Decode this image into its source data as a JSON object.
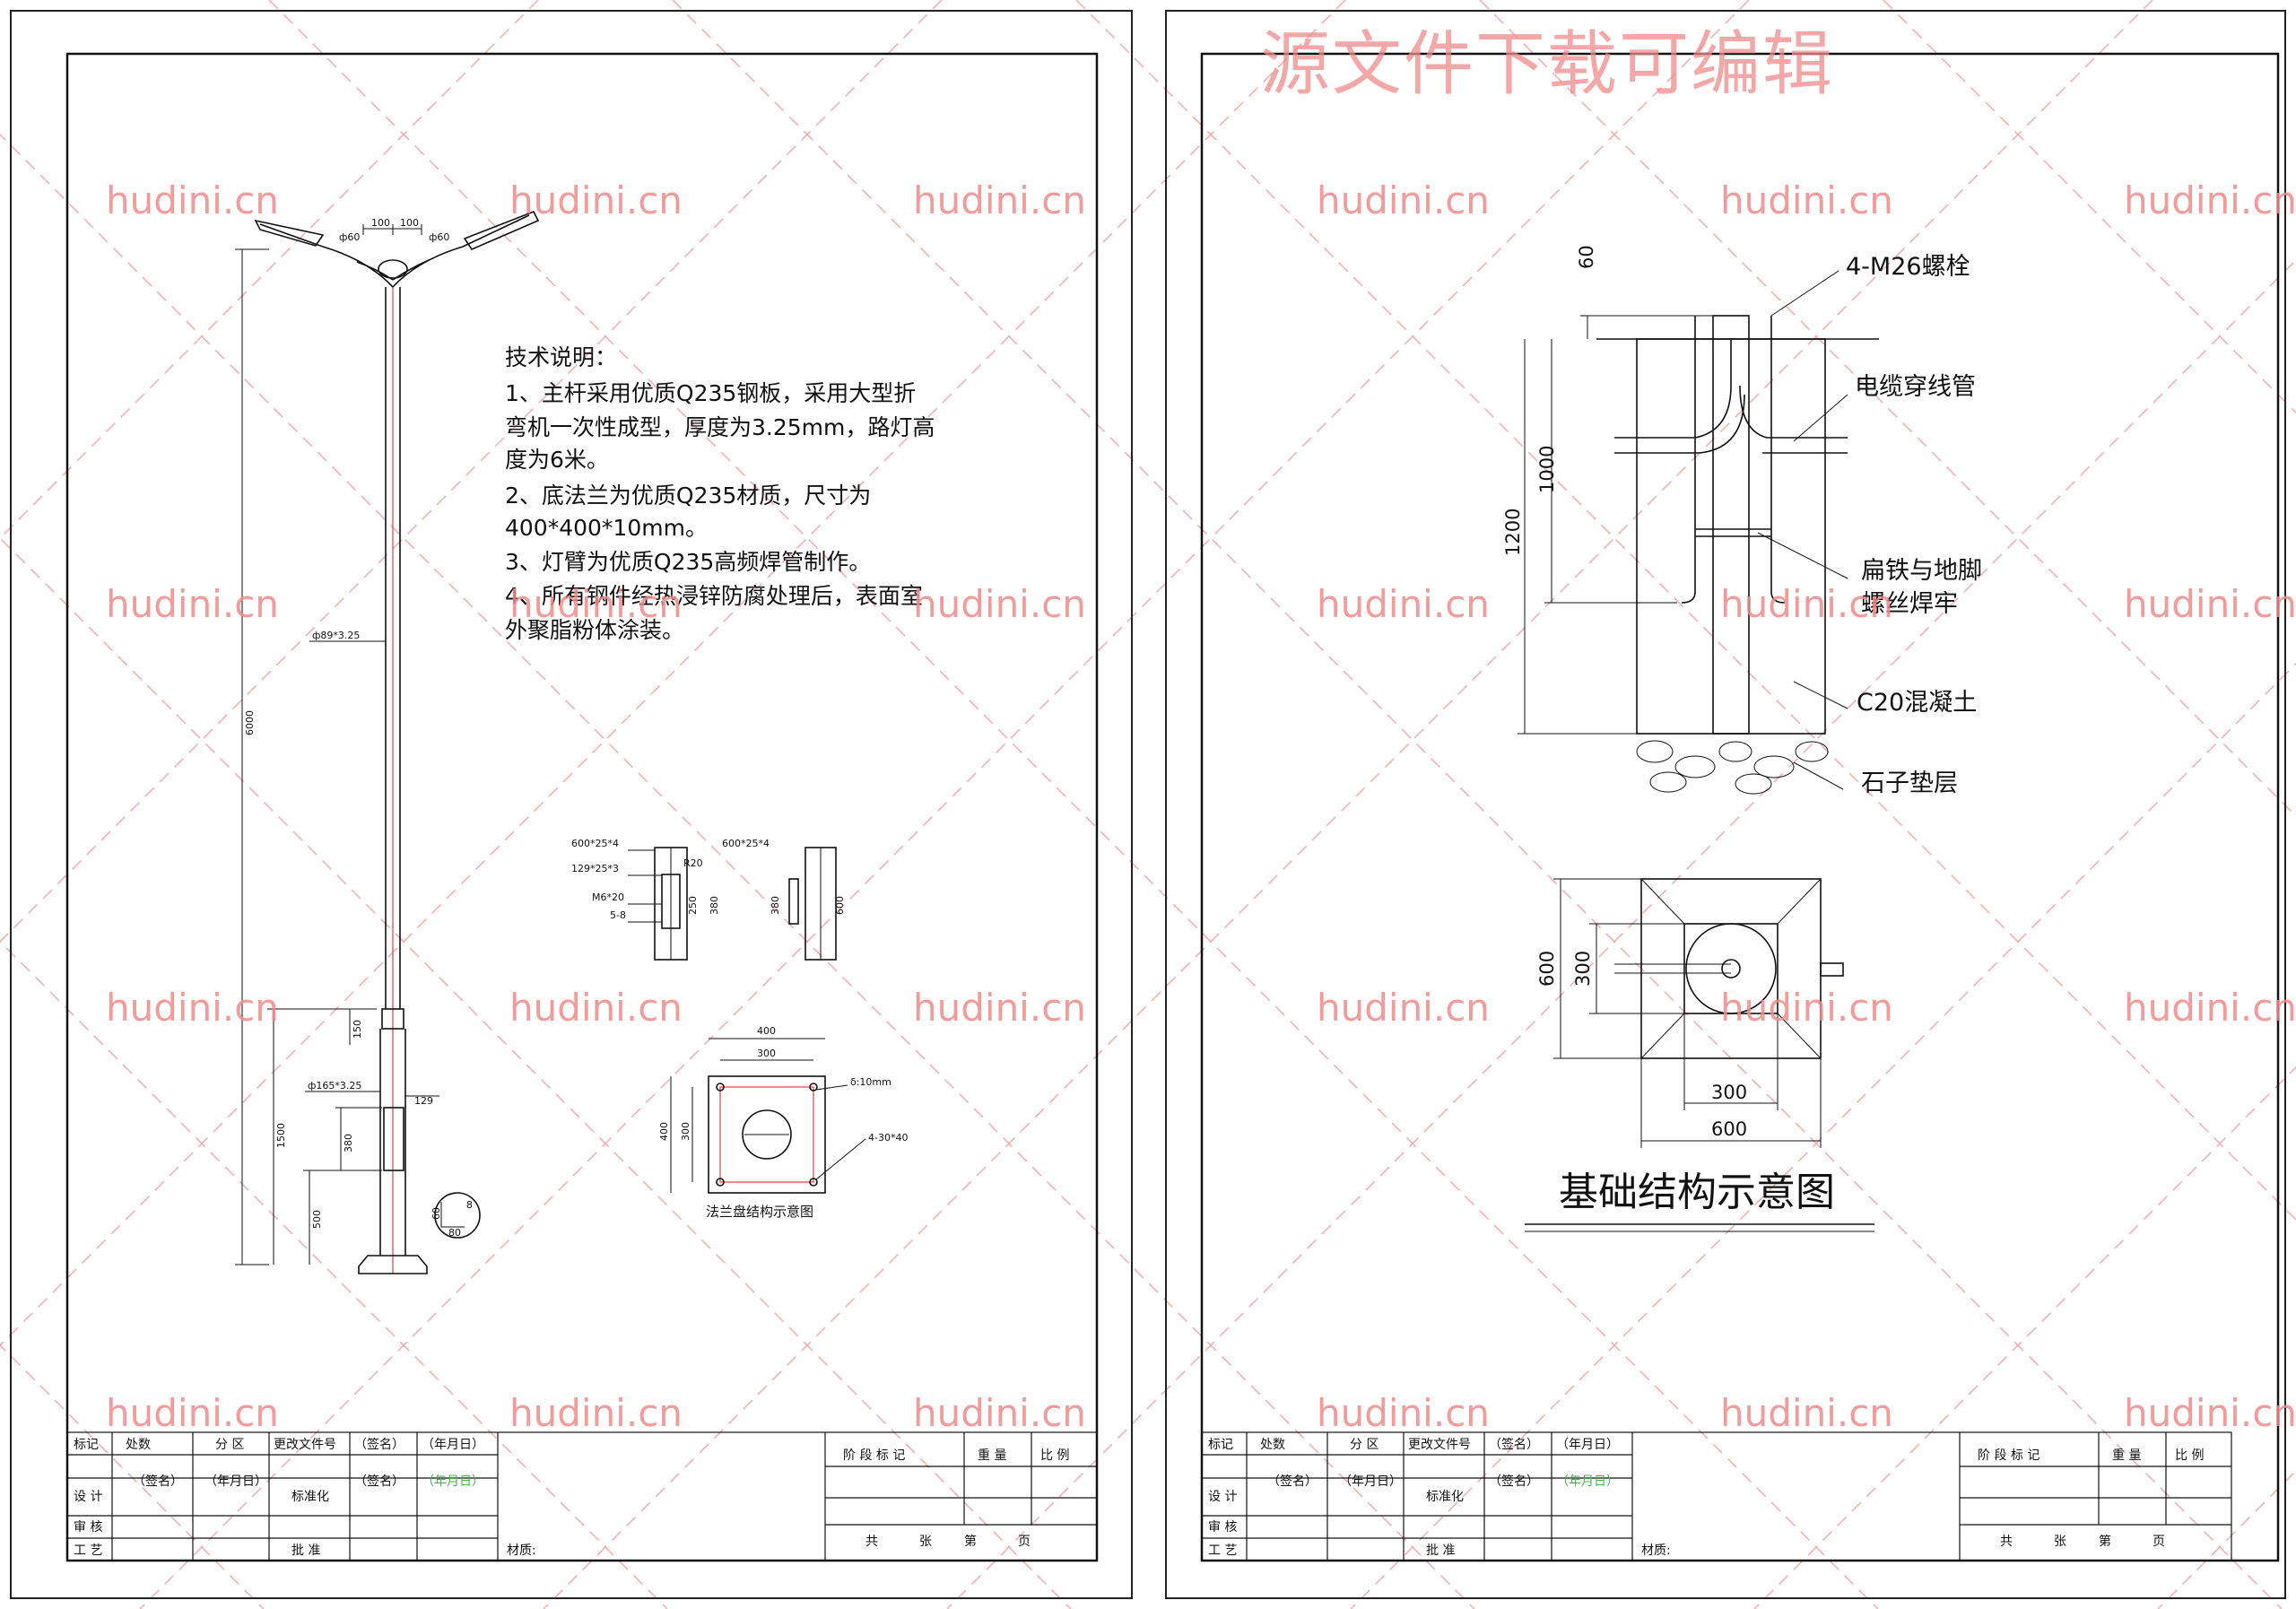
{
  "watermark": {
    "site": "hudini.cn",
    "top_banner": "源文件下载可编辑",
    "color": "#f08a8a"
  },
  "left_sheet": {
    "tech_notes": {
      "heading": "技术说明：",
      "lines": [
        "1、主杆采用优质Q235钢板，采用大型折",
        "弯机一次性成型，厚度为3.25mm，路灯高",
        "度为6米。",
        "2、底法兰为优质Q235材质，尺寸为",
        "400*400*10mm。",
        "3、灯臂为优质Q235高频焊管制作。",
        "4、所有钢件经热浸锌防腐处理后，表面室",
        "外聚脂粉体涂装。"
      ]
    },
    "pole_dims": {
      "arm_spacing_left": "100",
      "arm_spacing_right": "100",
      "arm_dia_left": "ф60",
      "arm_dia_right": "ф60",
      "upper_dia": "ф89*3.25",
      "total_height": "6000",
      "sleeve": "150",
      "lower_dia": "ф165*3.25",
      "door_w": "129",
      "base_height": "1500",
      "door_h": "380",
      "door_base": "500",
      "stiffener_a": "60",
      "stiffener_b": "8",
      "stiffener_c": "80"
    },
    "door_detail": {
      "labels": [
        "600*25*4",
        "129*25*3",
        "M6*20",
        "5-8"
      ],
      "r": "R20",
      "d1": "250",
      "d2": "380",
      "right_label": "600*25*4",
      "right_d1": "380",
      "right_d2": "600"
    },
    "flange": {
      "outer": "400",
      "inner": "300",
      "side_outer": "400",
      "side_inner": "300",
      "thickness": "δ:10mm",
      "holes": "4-30*40",
      "caption": "法兰盘结构示意图"
    }
  },
  "right_sheet": {
    "foundation": {
      "bolt": "4-M26螺栓",
      "cable": "电缆穿线管",
      "flat_iron_1": "扁铁与地脚",
      "flat_iron_2": "螺丝焊牢",
      "concrete": "C20混凝土",
      "gravel": "石子垫层",
      "d_60": "60",
      "d_1000": "1000",
      "d_1200": "1200",
      "p_600": "600",
      "p_300": "300",
      "b_300": "300",
      "b_600": "600",
      "title": "基础结构示意图"
    }
  },
  "title_block": {
    "row1": [
      "标记",
      "处数",
      "分 区",
      "更改文件号",
      "（签名）",
      "（年月日）"
    ],
    "stage": "阶 段 标 记",
    "weight": "重 量",
    "ratio": "比 例",
    "design": "设 计",
    "sign": "（签名）",
    "date": "（年月日）",
    "standard": "标准化",
    "sign2": "（签名）",
    "date2": "（年月日）",
    "review": "审 核",
    "process": "工 艺",
    "approve": "批 准",
    "material": "材质:",
    "sheets": "共",
    "sheets2": "张",
    "page": "第",
    "page2": "页"
  }
}
